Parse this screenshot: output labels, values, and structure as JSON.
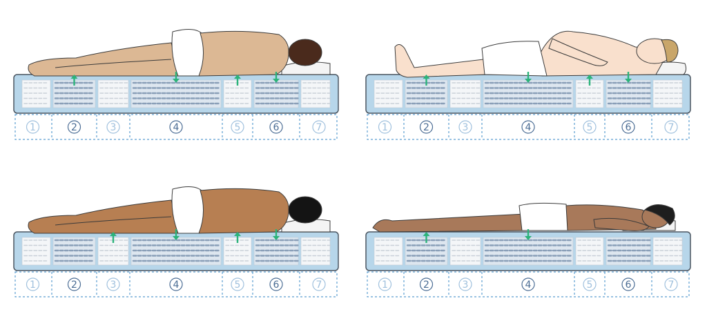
{
  "colors": {
    "mattress_blue": "#b7d6ea",
    "mattress_outline": "#4a5560",
    "spring_firm": "#8a9fb8",
    "spring_soft": "#e2e6ea",
    "arrow_green": "#2bb37a",
    "zone_dash": "#5b9ed0",
    "zone_text_dark": "#4a6c94",
    "zone_text_light": "#9fc0dd"
  },
  "zones": [
    {
      "label": "1",
      "firmness": "soft"
    },
    {
      "label": "2",
      "firmness": "firm"
    },
    {
      "label": "3",
      "firmness": "soft"
    },
    {
      "label": "4",
      "firmness": "firm"
    },
    {
      "label": "5",
      "firmness": "soft"
    },
    {
      "label": "6",
      "firmness": "firm"
    },
    {
      "label": "7",
      "firmness": "soft"
    }
  ],
  "panels": [
    {
      "pose": "side-sleeper-head-right",
      "skin": "#dcb894",
      "hair": "#4a2a1c",
      "arrows": [
        {
          "zone": "2",
          "dir": "up"
        },
        {
          "zone": "4",
          "dir": "down"
        },
        {
          "zone": "5",
          "dir": "up"
        },
        {
          "zone": "6",
          "dir": "down"
        }
      ]
    },
    {
      "pose": "back-sleeper-head-right",
      "skin": "#f9e0cd",
      "hair": "#c9a66a",
      "arrows": [
        {
          "zone": "2",
          "dir": "up"
        },
        {
          "zone": "4",
          "dir": "down"
        },
        {
          "zone": "5",
          "dir": "up"
        },
        {
          "zone": "6",
          "dir": "down"
        }
      ]
    },
    {
      "pose": "side-sleeper-head-right",
      "skin": "#b77f52",
      "hair": "#141414",
      "arrows": [
        {
          "zone": "3",
          "dir": "up"
        },
        {
          "zone": "4",
          "dir": "down"
        },
        {
          "zone": "5",
          "dir": "up"
        },
        {
          "zone": "6",
          "dir": "down"
        }
      ]
    },
    {
      "pose": "stomach-sleeper-head-right",
      "skin": "#a8795a",
      "hair": "#1e1e1e",
      "arrows": [
        {
          "zone": "2",
          "dir": "up"
        },
        {
          "zone": "4",
          "dir": "down"
        }
      ]
    }
  ]
}
